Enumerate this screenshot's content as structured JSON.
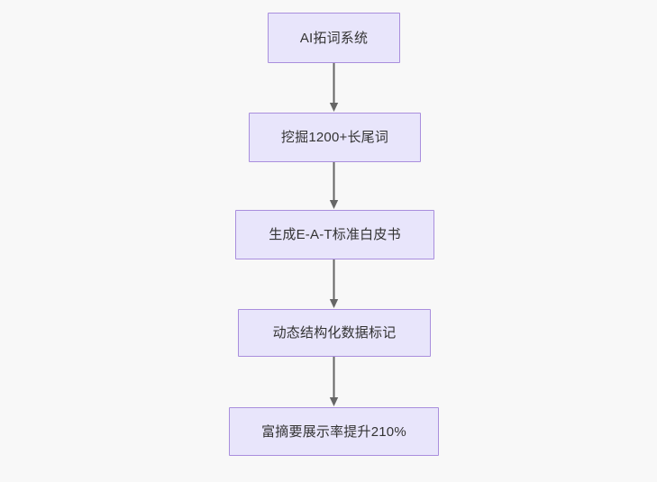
{
  "diagram": {
    "type": "flowchart",
    "orientation": "top-to-bottom",
    "background_color": "#f8f8f8",
    "node_fill_color": "#e8e5fb",
    "node_border_color": "#a98edd",
    "node_text_color": "#333333",
    "edge_color": "#666666",
    "nodes": [
      {
        "id": "n1",
        "label": "AI拓词系统"
      },
      {
        "id": "n2",
        "label": "挖掘1200+长尾词"
      },
      {
        "id": "n3",
        "label": "生成E-A-T标准白皮书"
      },
      {
        "id": "n4",
        "label": "动态结构化数据标记"
      },
      {
        "id": "n5",
        "label": "富摘要展示率提升210%"
      }
    ],
    "edges": [
      {
        "from": "n1",
        "to": "n2",
        "label": ""
      },
      {
        "from": "n2",
        "to": "n3",
        "label": ""
      },
      {
        "from": "n3",
        "to": "n4",
        "label": ""
      },
      {
        "from": "n4",
        "to": "n5",
        "label": ""
      }
    ]
  }
}
